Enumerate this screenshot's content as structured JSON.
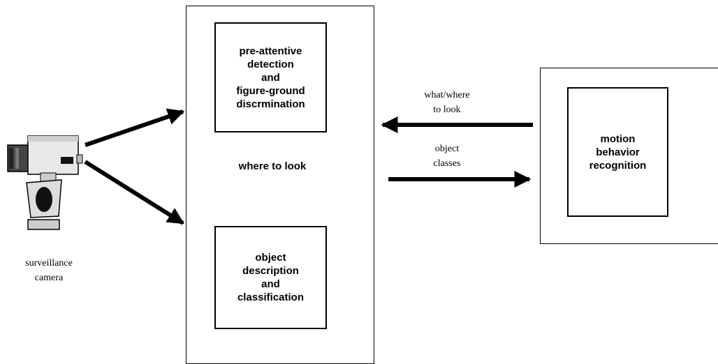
{
  "camera": {
    "label": "surveillance\ncamera"
  },
  "central_system": {
    "detection_box": {
      "label": "pre-attentive\ndetection\nand\nfigure-ground\ndiscrmination"
    },
    "flow_label": "where to look",
    "classification_box": {
      "label": "object\ndescription\nand\nclassification"
    }
  },
  "recognition_system": {
    "inner_box": {
      "label": "motion\nbehavior\nrecognition"
    }
  },
  "arrows": {
    "feedback_label": "what/where\nto look",
    "output_label": "object\nclasses"
  },
  "icons": {
    "camera": "surveillance-camera-icon"
  }
}
